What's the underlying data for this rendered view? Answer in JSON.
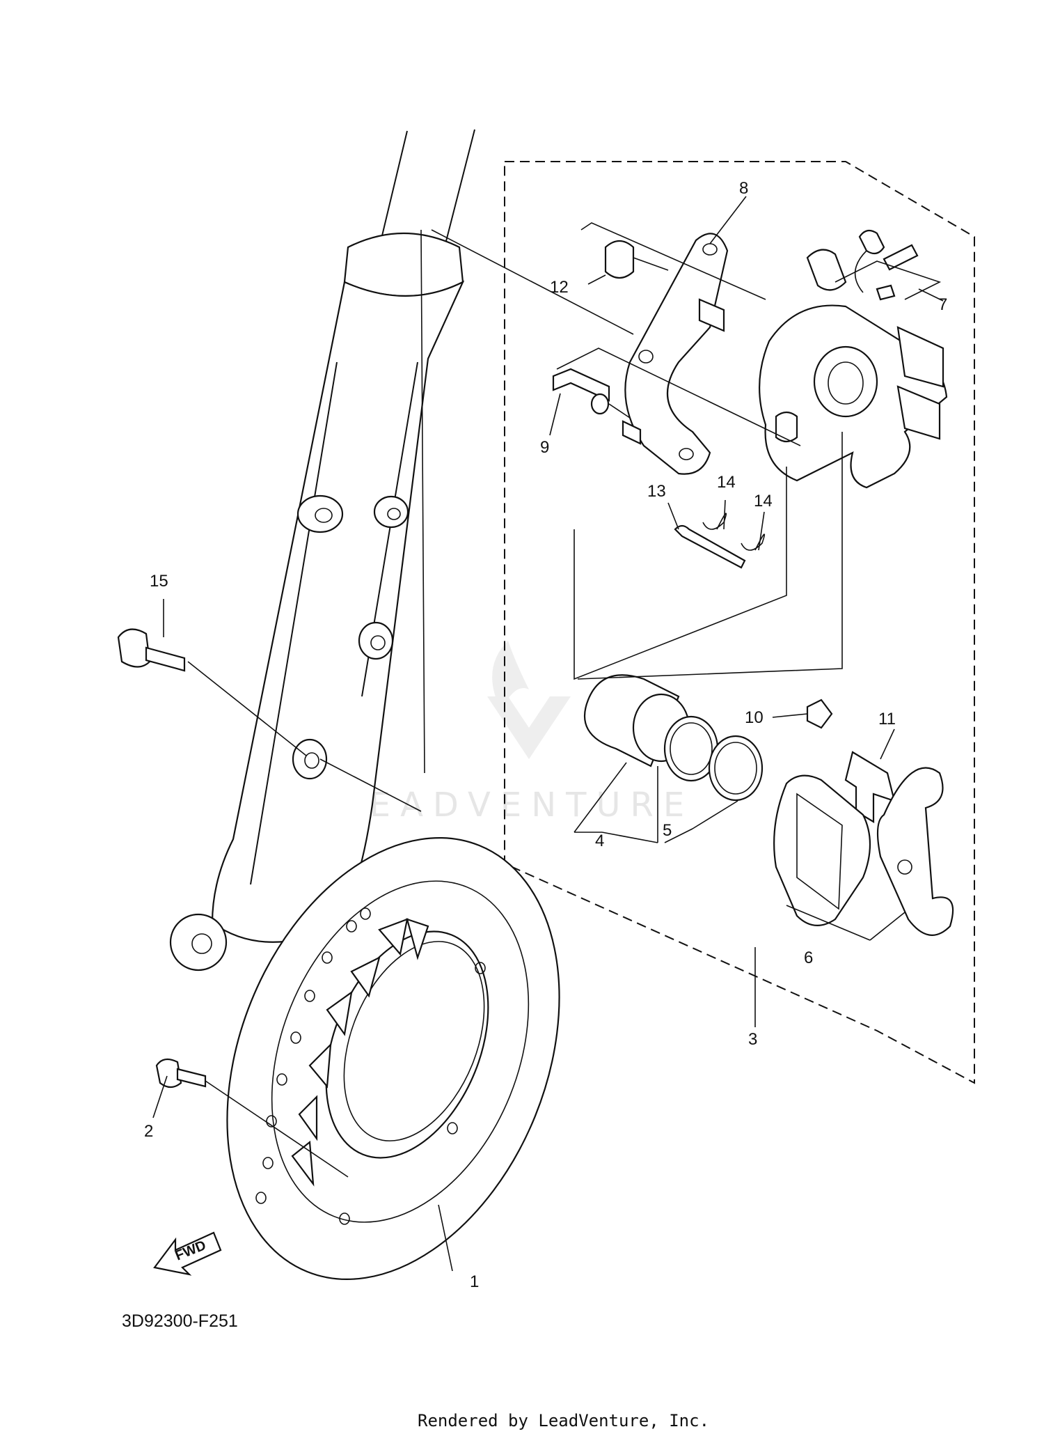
{
  "diagram_code": "3D92300-F251",
  "rendered_by": "Rendered by LeadVenture, Inc.",
  "watermark": "LEADVENTURE",
  "fwd_label": "FWD",
  "callouts": [
    {
      "id": "1",
      "label": "1"
    },
    {
      "id": "2",
      "label": "2"
    },
    {
      "id": "3",
      "label": "3"
    },
    {
      "id": "4",
      "label": "4"
    },
    {
      "id": "5",
      "label": "5"
    },
    {
      "id": "6",
      "label": "6"
    },
    {
      "id": "7",
      "label": "7"
    },
    {
      "id": "8",
      "label": "8"
    },
    {
      "id": "9",
      "label": "9"
    },
    {
      "id": "10",
      "label": "10"
    },
    {
      "id": "11",
      "label": "11"
    },
    {
      "id": "12",
      "label": "12"
    },
    {
      "id": "13",
      "label": "13"
    },
    {
      "id": "14a",
      "label": "14"
    },
    {
      "id": "14b",
      "label": "14"
    },
    {
      "id": "15",
      "label": "15"
    }
  ]
}
